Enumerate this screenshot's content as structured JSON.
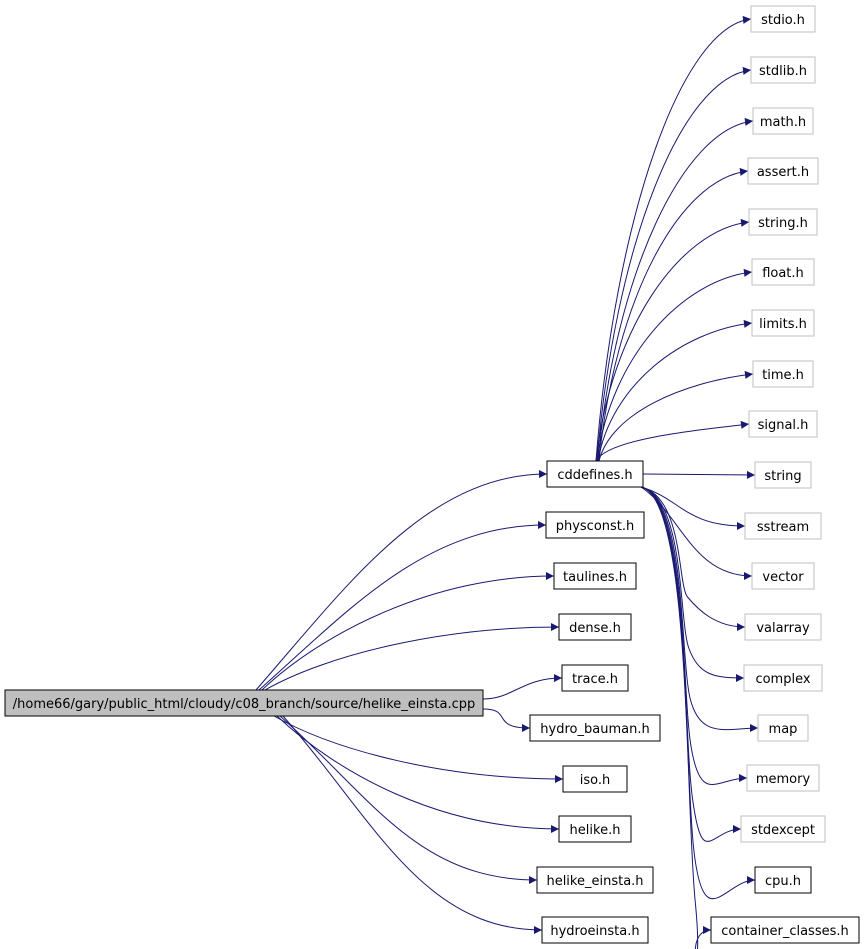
{
  "source": {
    "label": "/home66/gary/public_html/cloudy/c08_branch/source/helike_einsta.cpp",
    "fill": "#bfbfbf"
  },
  "direct_includes": [
    "cddefines.h",
    "physconst.h",
    "taulines.h",
    "dense.h",
    "trace.h",
    "hydro_bauman.h",
    "iso.h",
    "helike.h",
    "helike_einsta.h",
    "hydroeinsta.h"
  ],
  "cddefines_includes": [
    "stdio.h",
    "stdlib.h",
    "math.h",
    "assert.h",
    "string.h",
    "float.h",
    "limits.h",
    "time.h",
    "signal.h",
    "string",
    "sstream",
    "vector",
    "valarray",
    "complex",
    "map",
    "memory",
    "stdexcept",
    "cpu.h",
    "container_classes.h"
  ],
  "colors": {
    "edge": "#191970",
    "documented_border": "#000000",
    "system_border": "#bfbfbf",
    "source_fill": "#bfbfbf"
  }
}
